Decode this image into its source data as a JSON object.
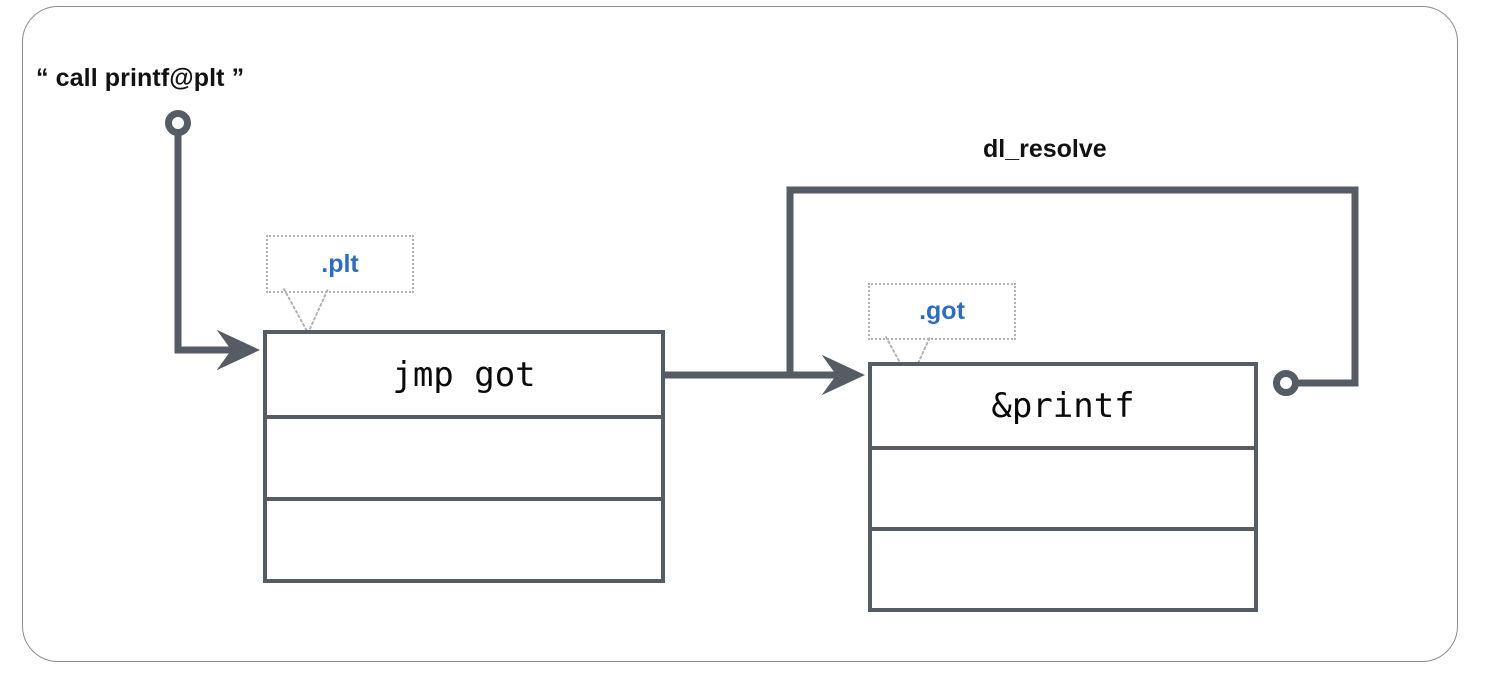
{
  "diagram": {
    "title_label": "dl_resolve",
    "call_label": "“ call printf@plt ”",
    "colors": {
      "wire": "#555c64",
      "box_border": "#555c64",
      "callout_text": "#2e6cbe",
      "callout_border": "#b3b3b3",
      "frame_border": "#8d8d8d",
      "text": "#121212",
      "background": "#ffffff"
    },
    "callouts": [
      {
        "name": "plt",
        "label": ".plt"
      },
      {
        "name": "got",
        "label": ".got"
      }
    ],
    "plt_table": {
      "section": ".plt",
      "rows": [
        {
          "text": "jmp got"
        },
        {
          "text": ""
        },
        {
          "text": ""
        }
      ]
    },
    "got_table": {
      "section": ".got",
      "rows": [
        {
          "text": "&printf"
        },
        {
          "text": ""
        },
        {
          "text": ""
        }
      ]
    },
    "connectors": [
      {
        "name": "call-to-plt",
        "from": "call printf@plt",
        "to": "plt entry 0",
        "endpoint_start": "circle",
        "endpoint_end": "arrow"
      },
      {
        "name": "plt-to-got",
        "from": "plt entry 0",
        "to": "got entry 0",
        "endpoint_start": "none",
        "endpoint_end": "arrow"
      },
      {
        "name": "got-to-dl-resolve",
        "from": "got entry 0",
        "to": "dl_resolve",
        "endpoint_start": "circle",
        "endpoint_end": "none"
      },
      {
        "name": "dl-resolve-to-got",
        "from": "dl_resolve",
        "to": "got entry 0",
        "endpoint_start": "none",
        "endpoint_end": "arrow"
      }
    ]
  }
}
